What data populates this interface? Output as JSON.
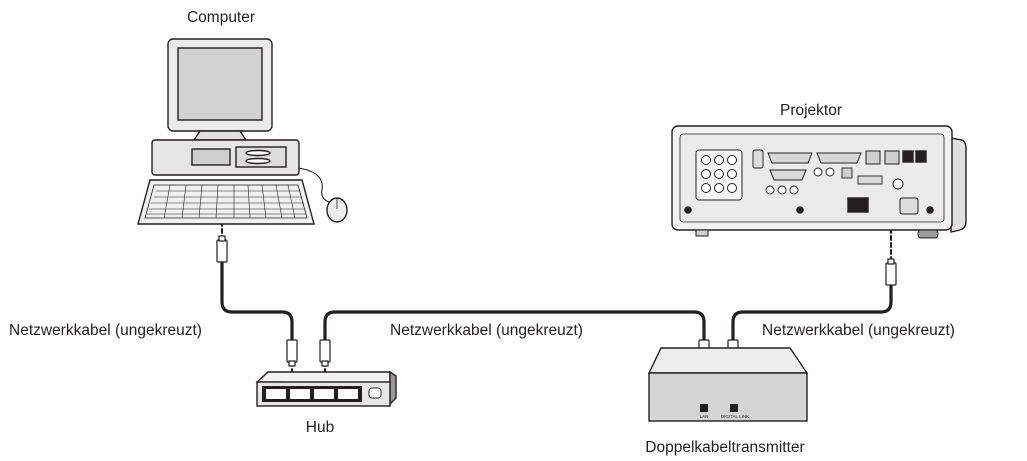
{
  "devices": {
    "computer": "Computer",
    "projector": "Projektor",
    "hub": "Hub",
    "transmitter": "Doppelkabeltransmitter"
  },
  "cables": {
    "left": "Netzwerkkabel (ungekreuzt)",
    "middle": "Netzwerkkabel (ungekreuzt)",
    "right": "Netzwerkkabel (ungekreuzt)"
  },
  "ports": {
    "lan": "LAN",
    "digital_link": "DIGITAL LINK"
  }
}
